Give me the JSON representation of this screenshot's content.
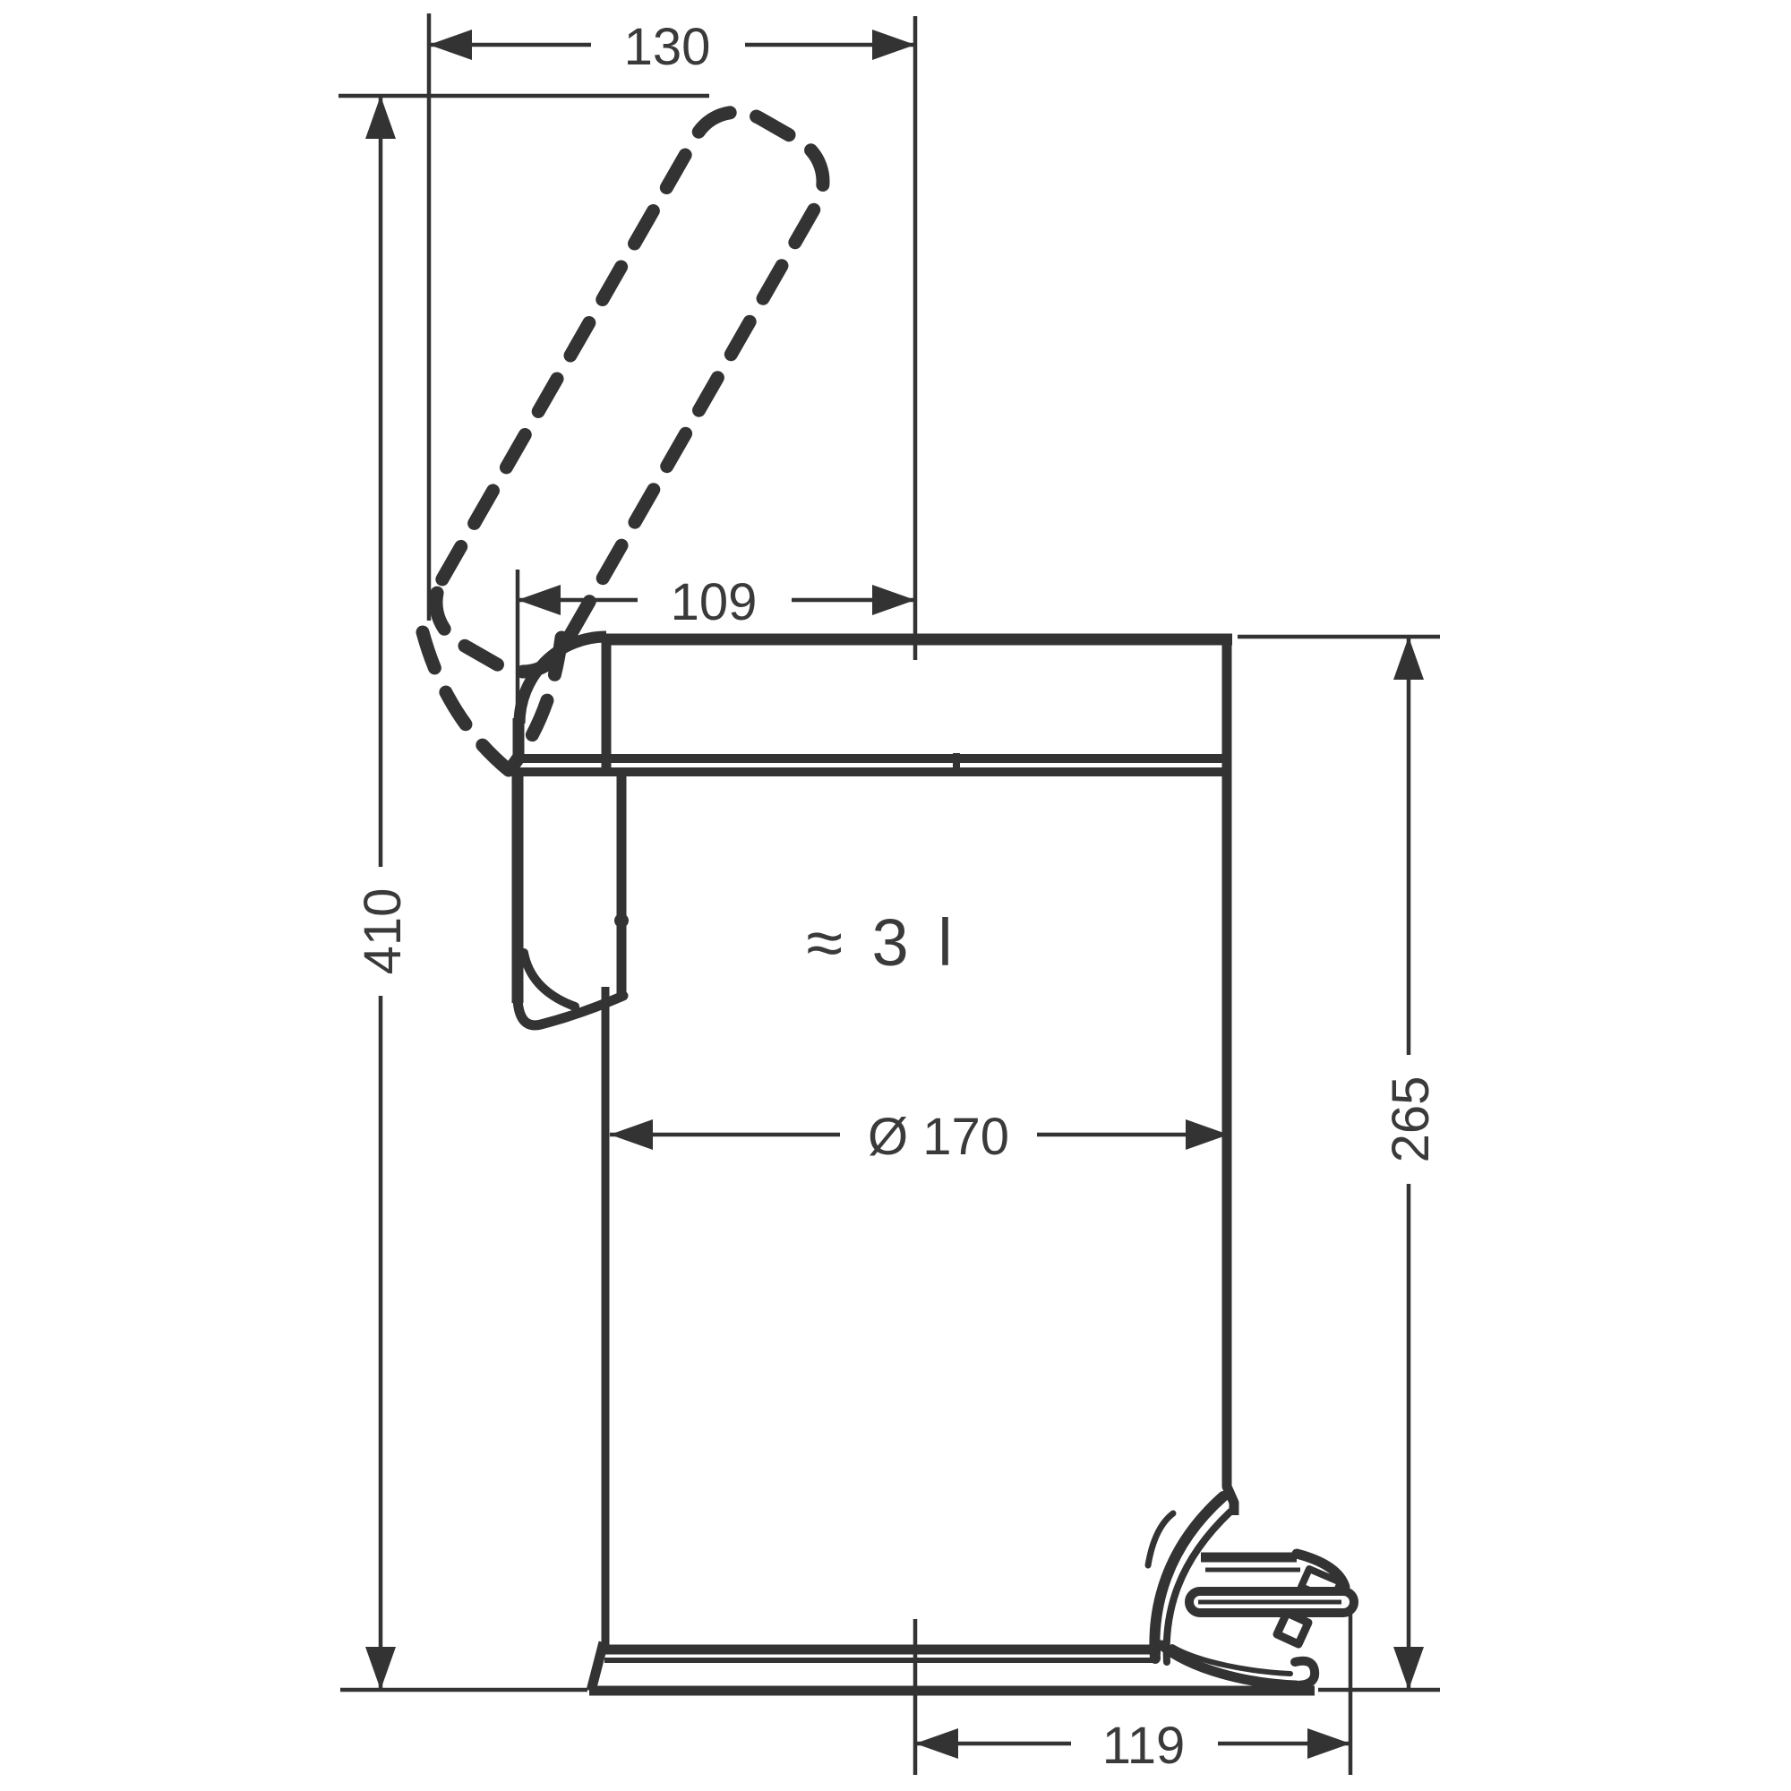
{
  "page": {
    "background": "#ffffff",
    "ink_color": "#333333",
    "text_color": "#3a3a3a"
  },
  "drawing": {
    "description": "Side-view dimension drawing of a pedal waste bin with its lid shown open as a dashed outline",
    "labels": {
      "top_width": "130",
      "lid_width": "109",
      "total_height": "410",
      "body_height": "265",
      "diameter": "Ø 170",
      "capacity": "≈ 3 l",
      "pedal_depth": "119"
    }
  }
}
